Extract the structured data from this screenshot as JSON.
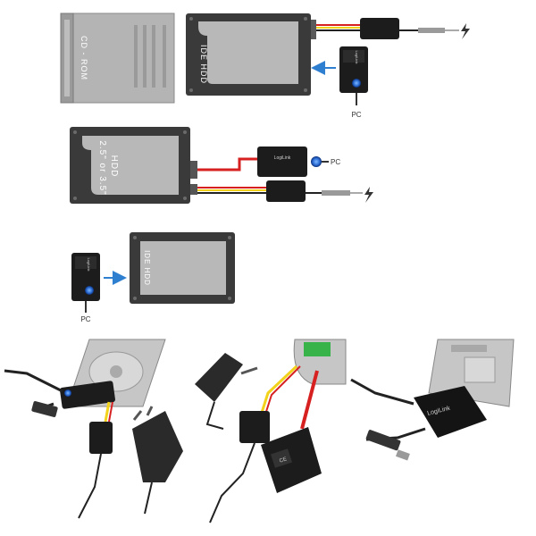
{
  "diagram1": {
    "cdrom_label": "CD - ROM",
    "ide_hdd_label": "IDE HDD",
    "pc_label": "PC",
    "adapter_brand": "LogiLink"
  },
  "diagram2": {
    "hdd_size_label": "2.5\" or 3.5\"",
    "hdd_label": "HDD",
    "pc_label": "PC",
    "adapter_brand": "LogiLink"
  },
  "diagram3": {
    "ide_hdd_label": "IDE HDD",
    "pc_label": "PC",
    "adapter_brand": "LogiLink"
  },
  "photos": {
    "adapter_brand": "LogiLink",
    "ce_mark": "CE"
  },
  "colors": {
    "drive_fill": "#b8b8b8",
    "drive_frame": "#3a3a3a",
    "adapter_body": "#1c1c1c",
    "led_blue": "#2e6fd6",
    "arrow_blue": "#2e7fd0",
    "cable_red": "#d72020",
    "cable_yellow": "#f2d21a",
    "cable_black": "#222222",
    "board_green": "#37b34a"
  }
}
